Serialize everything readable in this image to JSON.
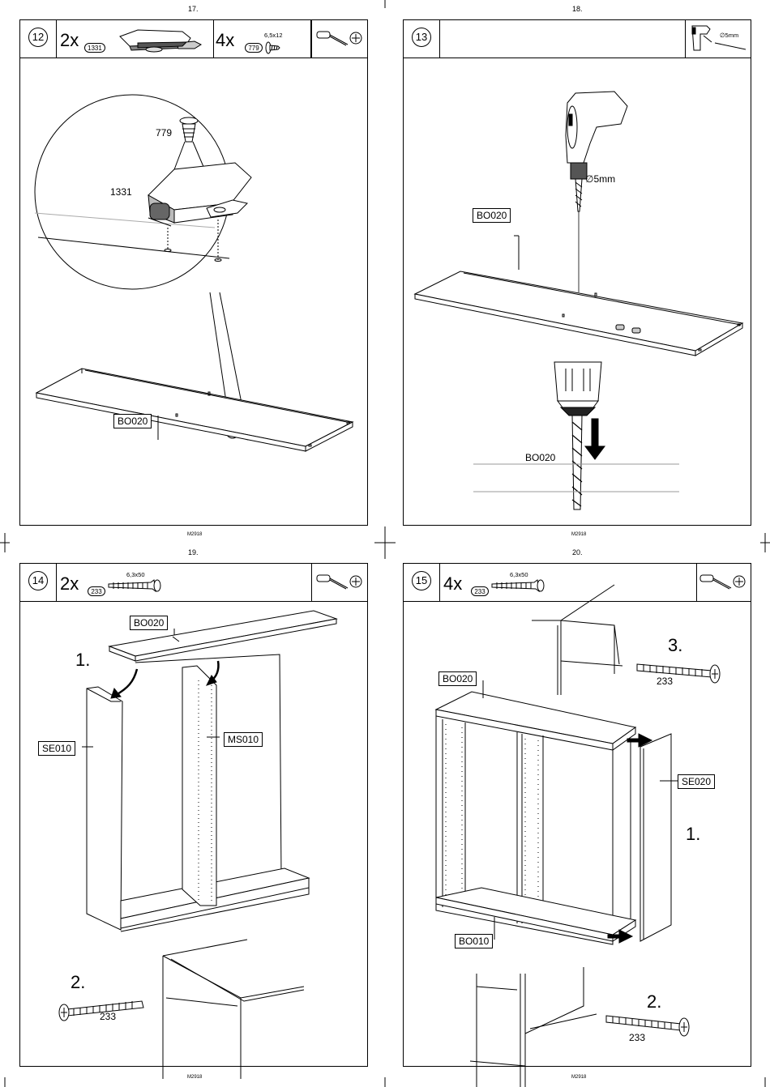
{
  "page_numbers": [
    "17.",
    "18.",
    "19.",
    "20."
  ],
  "footer_code": "M2918",
  "steps": [
    {
      "step": "12",
      "parts": [
        {
          "qty": "2x",
          "code": "1331"
        },
        {
          "qty": "4x",
          "code": "779",
          "dimension": "6,5x12"
        }
      ],
      "tools": [
        "screwdriver-icon",
        "pozidriv-icon"
      ],
      "callouts": {
        "screw": "779",
        "hinge": "1331",
        "panel": "BO020"
      }
    },
    {
      "step": "13",
      "parts": [],
      "tools": [
        "drill-icon"
      ],
      "tool_label": "∅5mm",
      "callouts": {
        "drill_size": "∅5mm",
        "panel": "BO020",
        "detail_panel": "BO020"
      }
    },
    {
      "step": "14",
      "parts": [
        {
          "qty": "2x",
          "code": "233",
          "dimension": "6,3x50"
        }
      ],
      "tools": [
        "screwdriver-icon",
        "pozidriv-icon"
      ],
      "callouts": {
        "top": "BO020",
        "side": "SE010",
        "middle": "MS010",
        "step1": "1.",
        "step2": "2.",
        "screw": "233"
      }
    },
    {
      "step": "15",
      "parts": [
        {
          "qty": "4x",
          "code": "233",
          "dimension": "6,3x50"
        }
      ],
      "tools": [
        "screwdriver-icon",
        "pozidriv-icon"
      ],
      "callouts": {
        "top": "BO020",
        "side": "SE020",
        "bottom": "BO010",
        "step1": "1.",
        "step2": "2.",
        "step3": "3.",
        "screw2": "233",
        "screw3": "233"
      }
    }
  ]
}
